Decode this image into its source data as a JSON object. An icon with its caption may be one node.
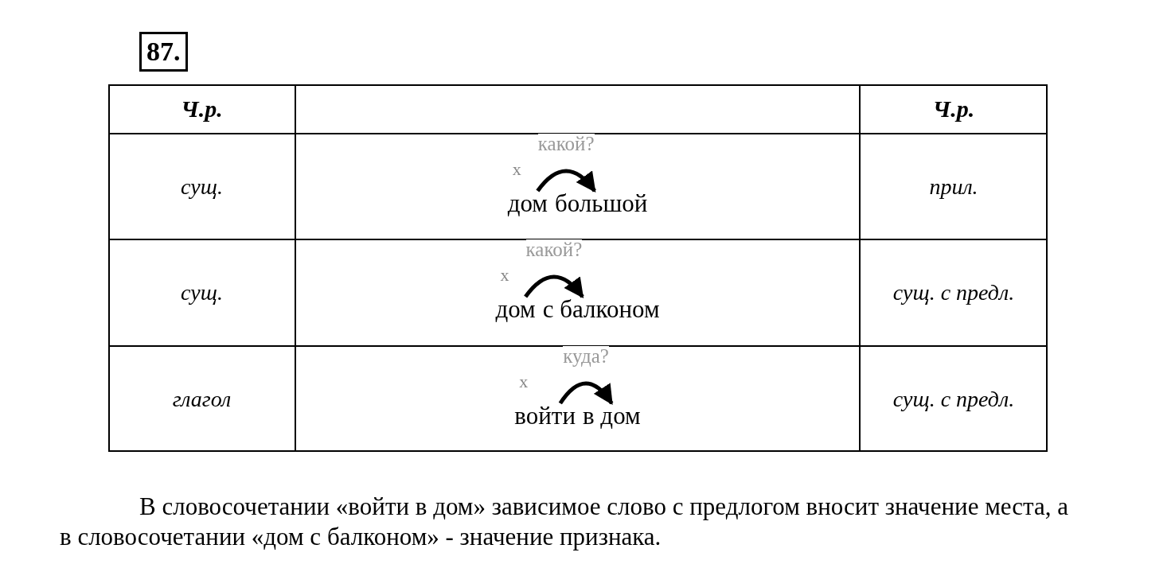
{
  "diagram": {
    "nodes": [
      {
        "text": [
          "дом"
        ],
        "beside": [
          "x"
        ]
      },
      {
        "text": [
          "большой"
        ]
      },
      {
        "text": [
          "дом"
        ],
        "beside": [
          "x"
        ]
      },
      {
        "text": [
          "с балконом"
        ]
      },
      {
        "text": [
          "войти"
        ],
        "beside": [
          "x"
        ]
      },
      {
        "text": [
          "в дом"
        ]
      }
    ],
    "edges": [
      {
        "from": 0,
        "to": 1,
        "arrow": "to",
        "label": "какой?"
      },
      {
        "from": 2,
        "to": 3,
        "arrow": "to",
        "label": "какой?"
      },
      {
        "from": 4,
        "to": 5,
        "arrow": "to",
        "label": "куда?"
      }
    ],
    "labels": [
      "87.",
      "Ч.р.",
      "Ч.р.",
      "сущ.",
      "прил.",
      "сущ.",
      "сущ. с предл.",
      "глагол",
      "сущ. с предл.",
      "В словосочетании «войти в дом» зависимое слово с предлогом вносит значение места, а в словосочетании «дом с балконом» - значение признака."
    ]
  }
}
